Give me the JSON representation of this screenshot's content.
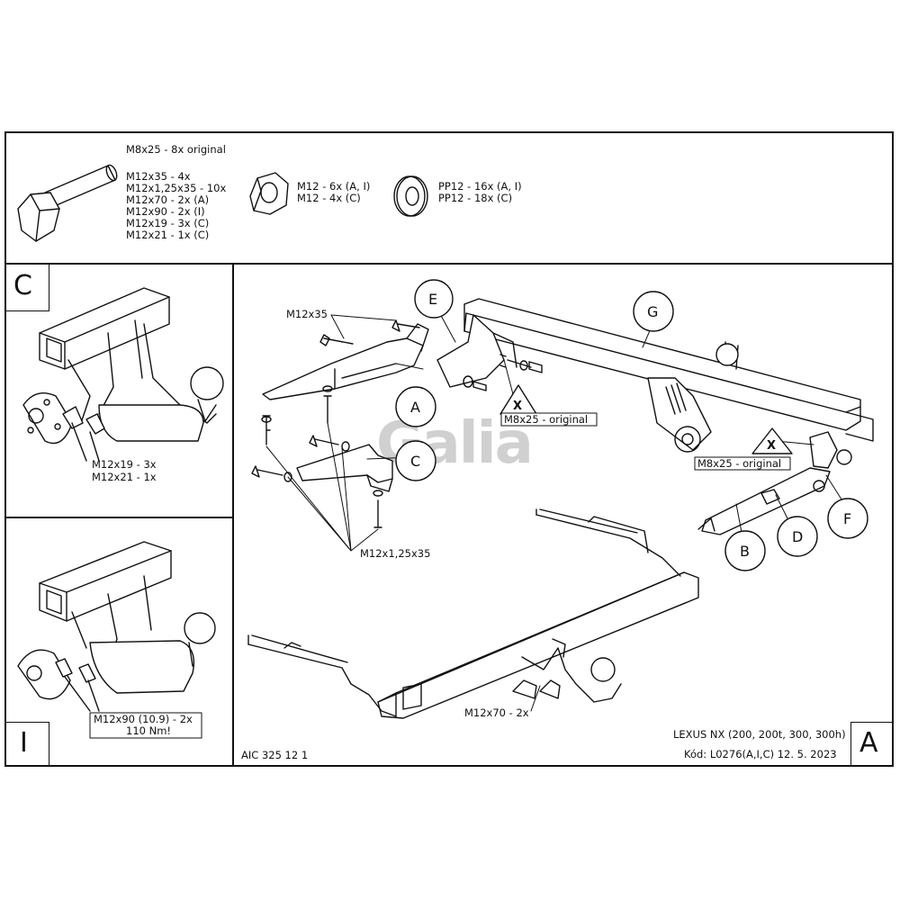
{
  "hardware": {
    "bolts": [
      "M8x25 - 8x original",
      "M12x35 - 4x",
      "M12x1,25x35 - 10x",
      "M12x70 - 2x (A)",
      "M12x90 - 2x (I)",
      "M12x19 - 3x (C)",
      "M12x21 - 1x (C)"
    ],
    "nuts": [
      "M12 - 6x (A, I)",
      "M12 - 4x (C)"
    ],
    "washers": [
      "PP12 - 16x (A, I)",
      "PP12 - 18x (C)"
    ]
  },
  "panels": {
    "c": {
      "letter": "C",
      "bolt_note_1": "M12x19 - 3x",
      "bolt_note_2": "M12x21 - 1x"
    },
    "i": {
      "letter": "I",
      "bolt_note_1": "M12x90 (10.9) - 2x",
      "bolt_note_2": "110 Nm!"
    },
    "a": {
      "letter": "A"
    }
  },
  "main": {
    "label_m12x35": "M12x35",
    "label_m12x125x35": "M12x1,25x35",
    "label_m12x70": "M12x70 - 2x",
    "label_m8x25_1": "M8x25 - original",
    "label_m8x25_2": "M8x25 - original",
    "x_mark_1": "X",
    "x_mark_2": "X",
    "parts": {
      "a": "A",
      "b": "B",
      "c": "C",
      "d": "D",
      "e": "E",
      "f": "F",
      "g": "G"
    },
    "watermark": "Galia"
  },
  "footer": {
    "code": "AIC 325 12 1",
    "vehicle": "LEXUS NX (200, 200t, 300, 300h)",
    "kod": "Kód: L0276(A,I,C)  12. 5. 2023"
  }
}
